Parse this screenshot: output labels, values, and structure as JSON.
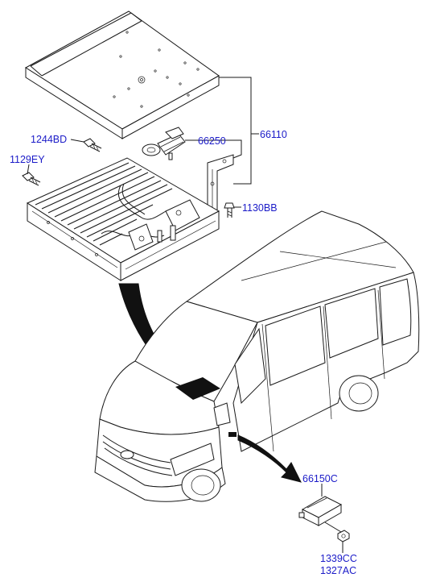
{
  "labels": {
    "part_66110": "66110",
    "part_66250": "66250",
    "part_1244BD": "1244BD",
    "part_1129EY": "1129EY",
    "part_1130BB": "1130BB",
    "part_66150C": "66150C",
    "part_1339CC": "1339CC",
    "part_1327AC": "1327AC"
  },
  "colors": {
    "label": "#1b1bc8",
    "line": "#1a1a1a",
    "background": "#ffffff"
  }
}
